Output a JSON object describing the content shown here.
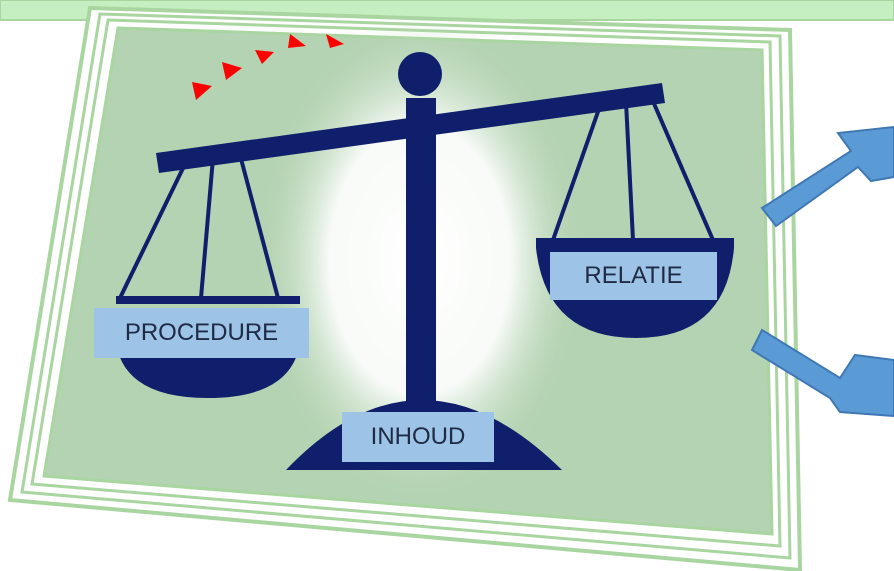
{
  "labels": {
    "left_pan": "PROCEDURE",
    "right_pan": "RELATIE",
    "base": "INHOUD"
  },
  "colors": {
    "header_bar": "#c6efc1",
    "frame_border": "#a9d5a0",
    "panel_fill": "#b4d3b2",
    "glow_center": "#ffffff",
    "scale_navy": "#0f1f6b",
    "label_box": "#9dc3e6",
    "arrow_fill": "#5b9bd5",
    "arrow_stroke": "#3f78b4",
    "triangle_red": "#ff0000"
  },
  "icons": {
    "scale": "balance-scale-icon",
    "arrows": "arrow-icon",
    "triangles": "triangle-icon"
  }
}
